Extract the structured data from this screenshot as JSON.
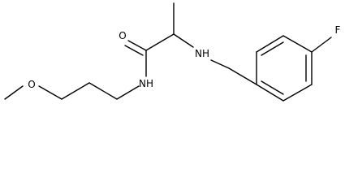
{
  "molecule": {
    "atoms": {
      "fluorine": "F",
      "oxygen_carbonyl": "O",
      "nitrogen_amine": "NH",
      "nitrogen_amide": "NH",
      "oxygen_ether": "O"
    }
  }
}
